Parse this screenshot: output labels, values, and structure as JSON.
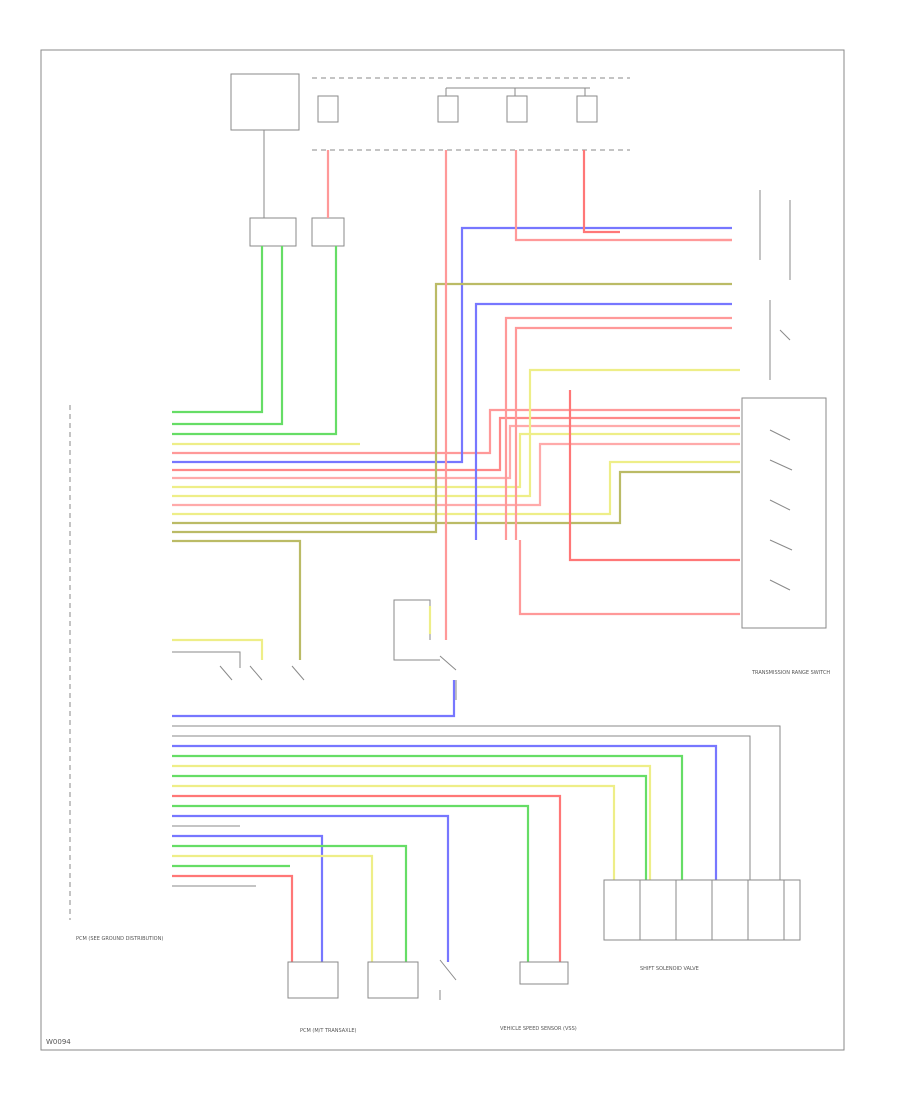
{
  "colors": {
    "green": "#66dd66",
    "yellow": "#eeee77",
    "red": "#ff7777",
    "pink": "#ff9999",
    "blue": "#7777ff",
    "olive": "#bbbb66",
    "gray": "#9a9a9a"
  },
  "footer": {
    "code": "W0094"
  },
  "pcm": {
    "side_label": "PCM (SEE GROUND DISTRIBUTION)"
  },
  "modules": {
    "pcm_transaxle": "PCM (M/T TRANSAXLE)",
    "transmission_range": "TRANSMISSION RANGE SWITCH",
    "vss": "VEHICLE SPEED SENSOR (VSS)",
    "shift_solenoid": "SHIFT SOLENOID VALVE"
  }
}
